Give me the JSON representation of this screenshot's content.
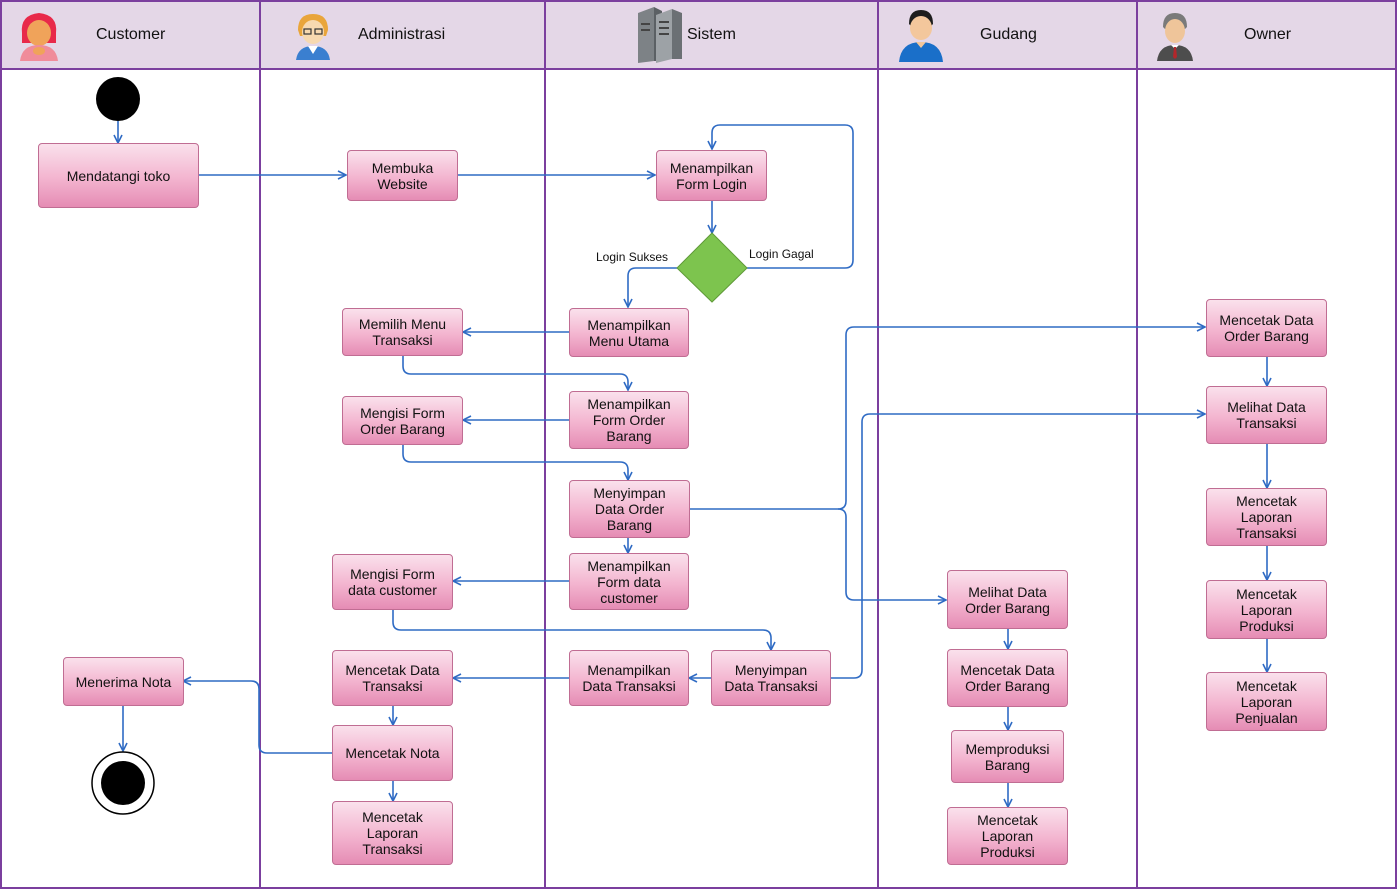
{
  "lanes": [
    {
      "title": "Customer",
      "icon": "woman-icon"
    },
    {
      "title": "Administrasi",
      "icon": "clerk-icon"
    },
    {
      "title": "Sistem",
      "icon": "server-icon"
    },
    {
      "title": "Gudang",
      "icon": "worker-icon"
    },
    {
      "title": "Owner",
      "icon": "businessman-icon"
    }
  ],
  "activities": {
    "mendatangi_toko": "Mendatangi toko",
    "membuka_website": "Membuka\nWebsite",
    "tampil_login": "Menampilkan\nForm Login",
    "memilih_menu": "Memilih Menu\nTransaksi",
    "tampil_menu": "Menampilkan\nMenu Utama",
    "mengisi_order": "Mengisi Form\nOrder Barang",
    "tampil_order": "Menampilkan\nForm Order\nBarang",
    "simpan_order": "Menyimpan\nData Order\nBarang",
    "tampil_customer": "Menampilkan\nForm data\ncustomer",
    "mengisi_customer": "Mengisi Form\ndata customer",
    "simpan_transaksi": "Menyimpan\nData Transaksi",
    "tampil_transaksi": "Menampilkan\nData Transaksi",
    "cetak_transaksi_admin": "Mencetak Data\nTransaksi",
    "cetak_nota": "Mencetak Nota",
    "cetak_laporan_admin": "Mencetak\nLaporan\nTransaksi",
    "menerima_nota": "Menerima Nota",
    "gudang_lihat_order": "Melihat Data\nOrder Barang",
    "gudang_cetak_order": "Mencetak Data\nOrder Barang",
    "gudang_produksi": "Memproduksi\nBarang",
    "gudang_laporan_produksi": "Mencetak\nLaporan\nProduksi",
    "owner_cetak_order": "Mencetak Data\nOrder Barang",
    "owner_lihat_transaksi": "Melihat Data\nTransaksi",
    "owner_laporan_transaksi": "Mencetak\nLaporan\nTransaksi",
    "owner_laporan_produksi": "Mencetak\nLaporan\nProduksi",
    "owner_laporan_penjualan": "Mencetak\nLaporan\nPenjualan"
  },
  "guards": {
    "login_sukses": "Login Sukses",
    "login_gagal": "Login Gagal"
  },
  "colors": {
    "lane_border": "#7b3f9e",
    "header_fill": "#e4d7e7",
    "arrow": "#2f6bc4",
    "decision": "#7dc44e"
  }
}
